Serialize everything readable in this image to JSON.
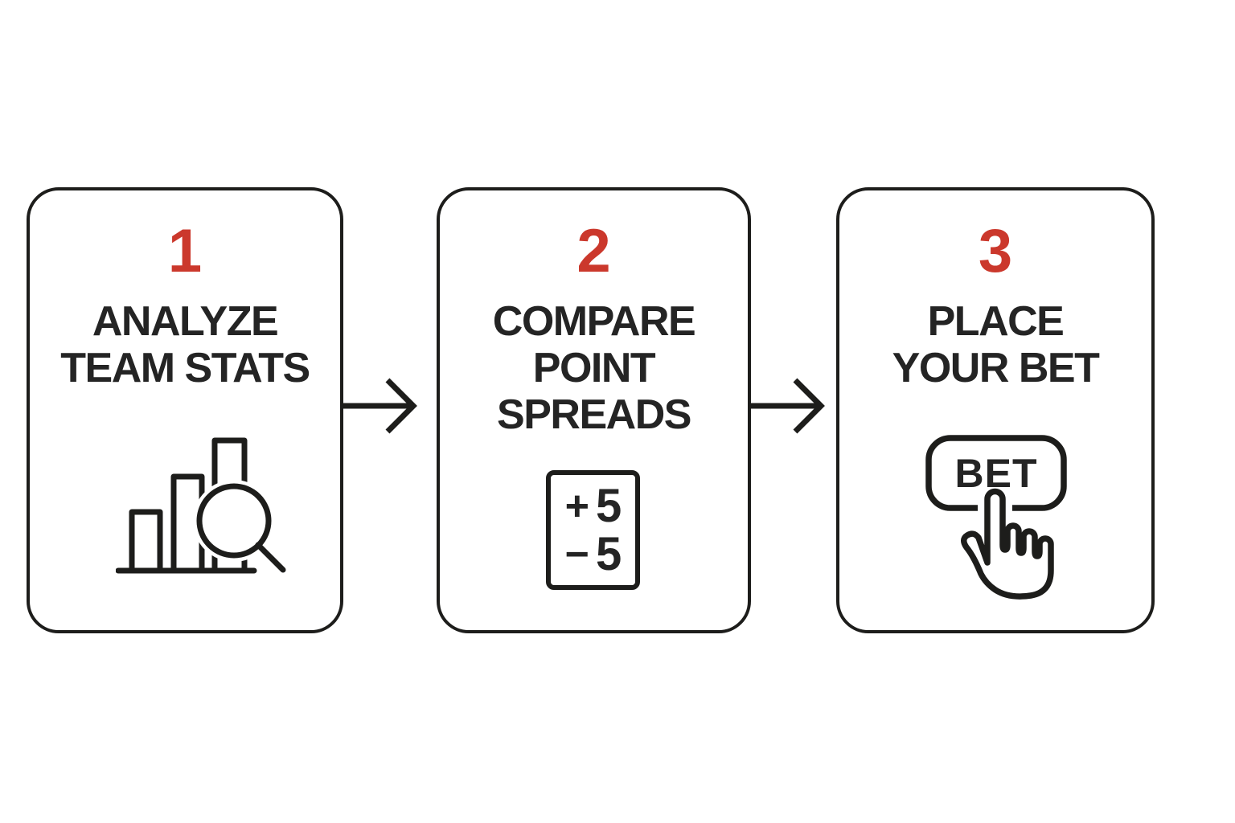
{
  "page": {
    "background": "#ffffff"
  },
  "colors": {
    "accent_red": "#cb382c",
    "ink": "#242424",
    "line": "#1d1d1b"
  },
  "steps": [
    {
      "number": "1",
      "line1": "ANALYZE",
      "line2": "TEAM STATS",
      "icon": "bar-chart-magnifier-icon"
    },
    {
      "number": "2",
      "line1": "COMPARE",
      "line2": "POINT",
      "line3": "SPREADS",
      "icon": "point-spread-card-icon",
      "spread_card": {
        "row1_sign": "+",
        "row1_value": "5",
        "row2_sign": "−",
        "row2_value": "5"
      }
    },
    {
      "number": "3",
      "line1": "PLACE",
      "line2": "YOUR BET",
      "icon": "bet-button-click-icon",
      "bet_button_label": "BET"
    }
  ],
  "arrows": {
    "between_1_2": "right-arrow",
    "between_2_3": "right-arrow"
  }
}
